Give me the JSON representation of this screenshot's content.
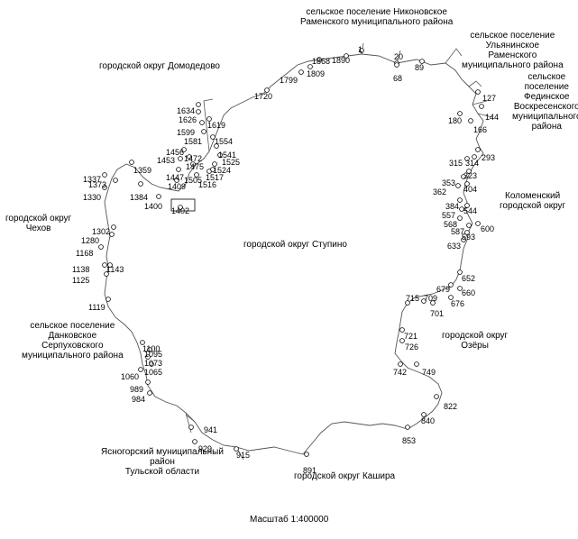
{
  "center_label": "городской округ Ступино",
  "scale_label": "Масштаб 1:400000",
  "neighbors": {
    "nikonovskoe": "сельское поселение Никоновское\nРаменского муниципального района",
    "ulyaninskoe": "сельское поселение\nУльянинское\nРаменского\nмуниципального района",
    "fedinskoe": "сельское\nпоселение\nФединское\nВоскресенского\nмуниципального\nрайона",
    "domodedovo": "городской округ Домодедово",
    "kolomna": "Коломенский\nгородской округ",
    "chekhov": "городской округ\nЧехов",
    "danki": "сельское поселение\nДанковское\nСерпуховского\nмуниципального района",
    "ozery": "городской округ\nОзёры",
    "yasnogorsk": "Ясногорский муниципальный\nрайон\nТульской области",
    "kashira": "городской округ Кашира"
  },
  "points": [
    {
      "id": "p1",
      "label": "1"
    },
    {
      "id": "p20",
      "label": "20"
    },
    {
      "id": "p68",
      "label": "68"
    },
    {
      "id": "p89",
      "label": "89"
    },
    {
      "id": "p127",
      "label": "127"
    },
    {
      "id": "p144",
      "label": "144"
    },
    {
      "id": "p166",
      "label": "166"
    },
    {
      "id": "p180",
      "label": "180"
    },
    {
      "id": "p293",
      "label": "293"
    },
    {
      "id": "p314",
      "label": "314"
    },
    {
      "id": "p315",
      "label": "315"
    },
    {
      "id": "p323",
      "label": "323"
    },
    {
      "id": "p353",
      "label": "353"
    },
    {
      "id": "p362",
      "label": "362"
    },
    {
      "id": "p404",
      "label": "404"
    },
    {
      "id": "p384",
      "label": "384"
    },
    {
      "id": "p544",
      "label": "544"
    },
    {
      "id": "p557",
      "label": "557"
    },
    {
      "id": "p568",
      "label": "568"
    },
    {
      "id": "p587",
      "label": "587"
    },
    {
      "id": "p600",
      "label": "600"
    },
    {
      "id": "p593",
      "label": "593"
    },
    {
      "id": "p633",
      "label": "633"
    },
    {
      "id": "p652",
      "label": "652"
    },
    {
      "id": "p660",
      "label": "660"
    },
    {
      "id": "p679",
      "label": "679"
    },
    {
      "id": "p676",
      "label": "676"
    },
    {
      "id": "p715",
      "label": "715"
    },
    {
      "id": "p709",
      "label": "709"
    },
    {
      "id": "p701",
      "label": "701"
    },
    {
      "id": "p721",
      "label": "721"
    },
    {
      "id": "p726",
      "label": "726"
    },
    {
      "id": "p742",
      "label": "742"
    },
    {
      "id": "p749",
      "label": "749"
    },
    {
      "id": "p822",
      "label": "822"
    },
    {
      "id": "p840",
      "label": "840"
    },
    {
      "id": "p853",
      "label": "853"
    },
    {
      "id": "p891",
      "label": "891"
    },
    {
      "id": "p915",
      "label": "915"
    },
    {
      "id": "p929",
      "label": "929"
    },
    {
      "id": "p941",
      "label": "941"
    },
    {
      "id": "p984",
      "label": "984"
    },
    {
      "id": "p989",
      "label": "989"
    },
    {
      "id": "p1060",
      "label": "1060"
    },
    {
      "id": "p1065",
      "label": "1065"
    },
    {
      "id": "p1073",
      "label": "1073"
    },
    {
      "id": "p1095",
      "label": "1095"
    },
    {
      "id": "p1100",
      "label": "1100"
    },
    {
      "id": "p1119",
      "label": "1119"
    },
    {
      "id": "p1125",
      "label": "1125"
    },
    {
      "id": "p1138",
      "label": "1138"
    },
    {
      "id": "p1143",
      "label": "1143"
    },
    {
      "id": "p1168",
      "label": "1168"
    },
    {
      "id": "p1280",
      "label": "1280"
    },
    {
      "id": "p1302",
      "label": "1302"
    },
    {
      "id": "p1330",
      "label": "1330"
    },
    {
      "id": "p1337",
      "label": "1337"
    },
    {
      "id": "p1373",
      "label": "1373"
    },
    {
      "id": "p1359",
      "label": "1359"
    },
    {
      "id": "p1384",
      "label": "1384"
    },
    {
      "id": "p1400",
      "label": "1400"
    },
    {
      "id": "p1402",
      "label": "1402"
    },
    {
      "id": "p1409",
      "label": "1409"
    },
    {
      "id": "p1447",
      "label": "1447"
    },
    {
      "id": "p1453",
      "label": "1453"
    },
    {
      "id": "p1456",
      "label": "1456"
    },
    {
      "id": "p1472",
      "label": "1472"
    },
    {
      "id": "p1475",
      "label": "1475"
    },
    {
      "id": "p1505",
      "label": "1505"
    },
    {
      "id": "p1516",
      "label": "1516"
    },
    {
      "id": "p1517",
      "label": "1517"
    },
    {
      "id": "p1524",
      "label": "1524"
    },
    {
      "id": "p1525",
      "label": "1525"
    },
    {
      "id": "p1541",
      "label": "1541"
    },
    {
      "id": "p1554",
      "label": "1554"
    },
    {
      "id": "p1581",
      "label": "1581"
    },
    {
      "id": "p1599",
      "label": "1599"
    },
    {
      "id": "p1619",
      "label": "1619"
    },
    {
      "id": "p1626",
      "label": "1626"
    },
    {
      "id": "p1634",
      "label": "1634"
    },
    {
      "id": "p1720",
      "label": "1720"
    },
    {
      "id": "p1799",
      "label": "1799"
    },
    {
      "id": "p1809",
      "label": "1809"
    },
    {
      "id": "p1868",
      "label": "1868"
    },
    {
      "id": "p1890",
      "label": "1890"
    }
  ]
}
